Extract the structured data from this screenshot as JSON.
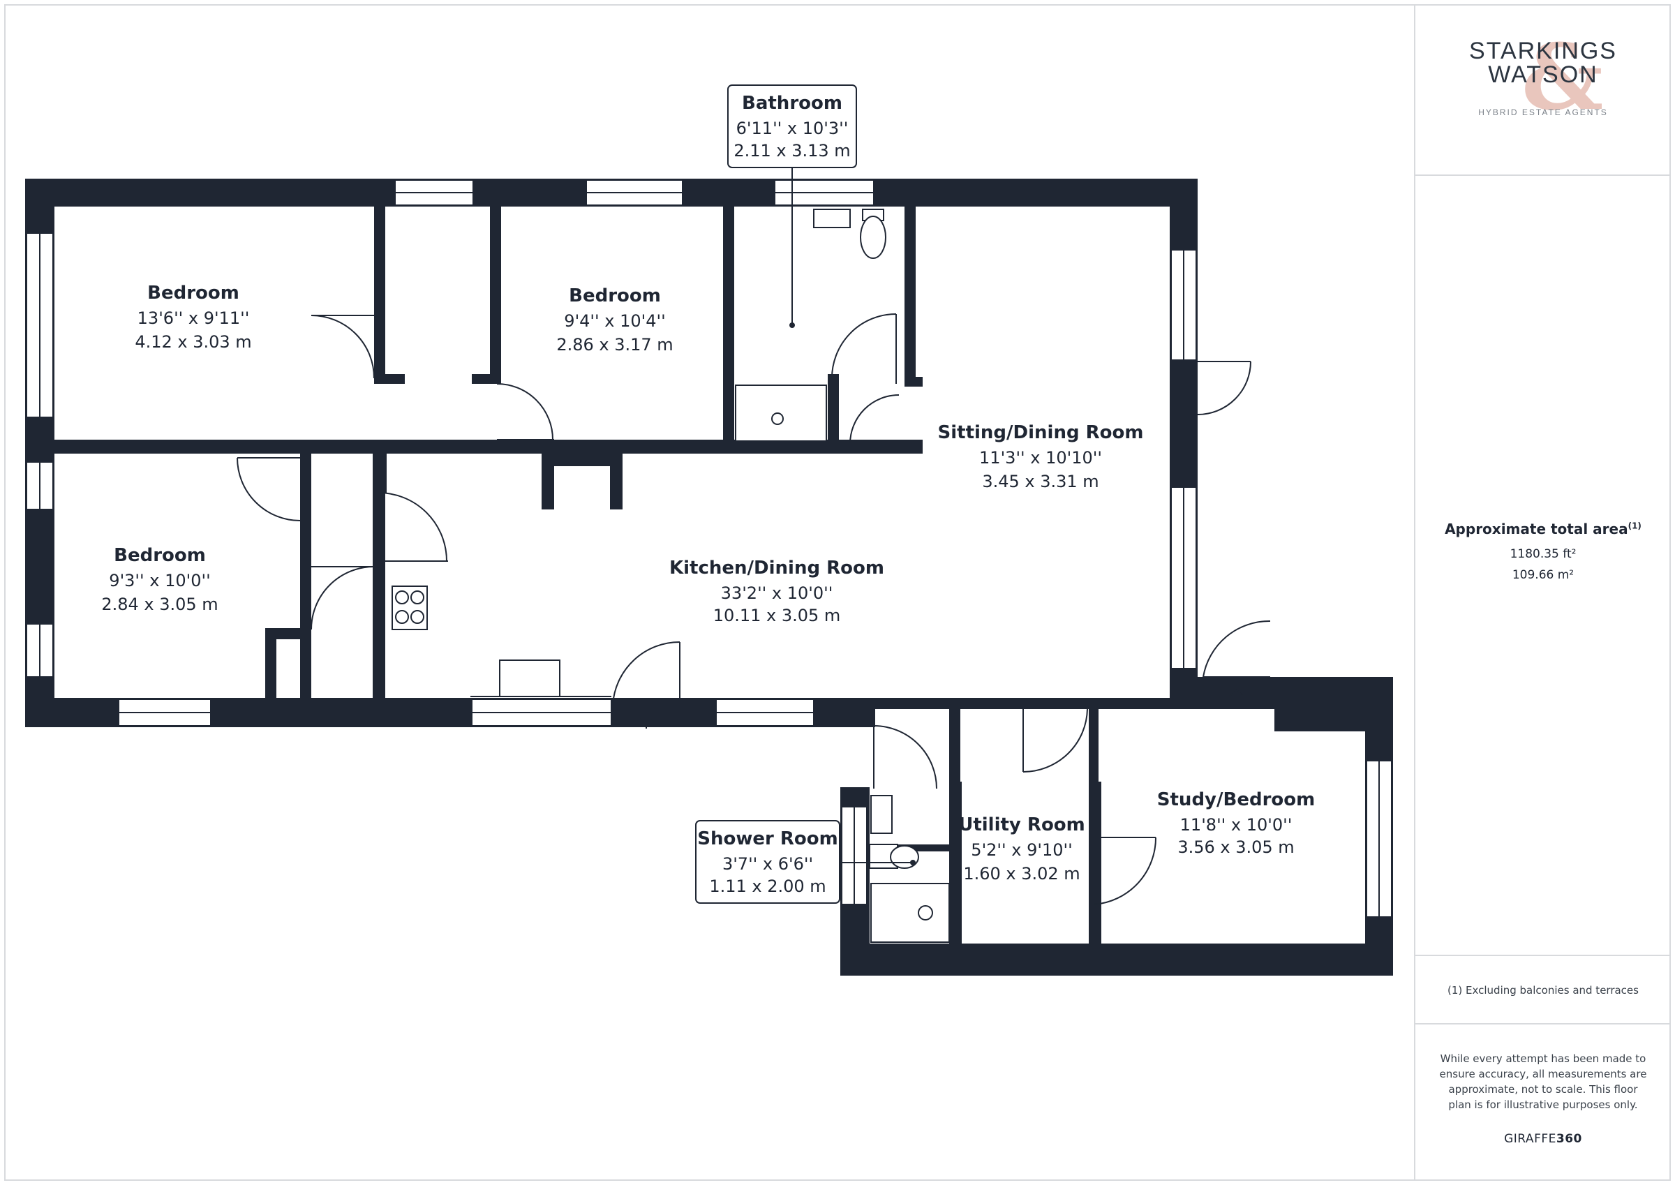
{
  "brand": {
    "logo_line1": "STARKINGS",
    "logo_line2": "WATSON",
    "logo_tagline": "HYBRID ESTATE AGENTS"
  },
  "area": {
    "title": "Approximate total area",
    "note_marker": "(1)",
    "imperial": "1180.35 ft²",
    "metric": "109.66 m²"
  },
  "footnote": "(1) Excluding balconies and terraces",
  "disclaimer": "While every attempt has been made to ensure accuracy, all measurements are approximate, not to scale. This floor plan is for illustrative purposes only.",
  "credit": {
    "part1": "GIRAFFE",
    "part2": "360"
  },
  "rooms": {
    "bathroom": {
      "name": "Bathroom",
      "imperial": "6'11'' x 10'3''",
      "metric": "2.11 x 3.13 m"
    },
    "bedroom1": {
      "name": "Bedroom",
      "imperial": "13'6'' x 9'11''",
      "metric": "4.12 x 3.03 m"
    },
    "bedroom2": {
      "name": "Bedroom",
      "imperial": "9'4'' x 10'4''",
      "metric": "2.86 x 3.17 m"
    },
    "bedroom3": {
      "name": "Bedroom",
      "imperial": "9'3'' x 10'0''",
      "metric": "2.84 x 3.05 m"
    },
    "sitting": {
      "name": "Sitting/Dining Room",
      "imperial": "11'3'' x 10'10''",
      "metric": "3.45 x 3.31 m"
    },
    "kitchen": {
      "name": "Kitchen/Dining Room",
      "imperial": "33'2'' x 10'0''",
      "metric": "10.11 x 3.05 m"
    },
    "shower": {
      "name": "Shower Room",
      "imperial": "3'7'' x 6'6''",
      "metric": "1.11 x 2.00 m"
    },
    "utility": {
      "name": "Utility Room",
      "imperial": "5'2'' x 9'10''",
      "metric": "1.60 x 3.02 m"
    },
    "study": {
      "name": "Study/Bedroom",
      "imperial": "11'8'' x 10'0''",
      "metric": "3.56 x 3.05 m"
    }
  }
}
